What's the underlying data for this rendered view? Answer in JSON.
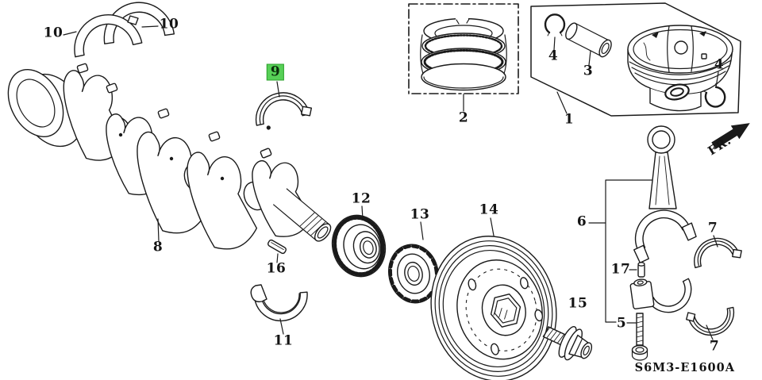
{
  "diagram": {
    "code": "S6M3-E1600A",
    "direction_label": "FR.",
    "background_color": "#ffffff",
    "line_color": "#1a1a1a",
    "highlight_color": "#57d057"
  },
  "callouts": [
    {
      "ref": "10",
      "part": "thrust-washer-left",
      "highlighted": false
    },
    {
      "ref": "10",
      "part": "thrust-washer-right",
      "highlighted": false
    },
    {
      "ref": "9",
      "part": "main-bearing-upper",
      "highlighted": true
    },
    {
      "ref": "8",
      "part": "crankshaft",
      "highlighted": false
    },
    {
      "ref": "16",
      "part": "woodruff-key",
      "highlighted": false
    },
    {
      "ref": "11",
      "part": "main-bearing-lower",
      "highlighted": false
    },
    {
      "ref": "12",
      "part": "timing-drive-gear",
      "highlighted": false
    },
    {
      "ref": "13",
      "part": "timing-pulse-plate",
      "highlighted": false
    },
    {
      "ref": "14",
      "part": "crankshaft-pulley",
      "highlighted": false
    },
    {
      "ref": "15",
      "part": "pulley-bolt",
      "highlighted": false
    },
    {
      "ref": "2",
      "part": "piston-ring-set",
      "highlighted": false
    },
    {
      "ref": "4",
      "part": "piston-pin-clip-left",
      "highlighted": false
    },
    {
      "ref": "3",
      "part": "piston-pin",
      "highlighted": false
    },
    {
      "ref": "1",
      "part": "piston-assembly",
      "highlighted": false
    },
    {
      "ref": "4",
      "part": "piston-pin-clip-right",
      "highlighted": false
    },
    {
      "ref": "6",
      "part": "connecting-rod",
      "highlighted": false
    },
    {
      "ref": "17",
      "part": "dowel-pin",
      "highlighted": false
    },
    {
      "ref": "5",
      "part": "connecting-rod-bolt",
      "highlighted": false
    },
    {
      "ref": "7",
      "part": "rod-bearing-upper",
      "highlighted": false
    },
    {
      "ref": "7",
      "part": "rod-bearing-lower",
      "highlighted": false
    }
  ]
}
